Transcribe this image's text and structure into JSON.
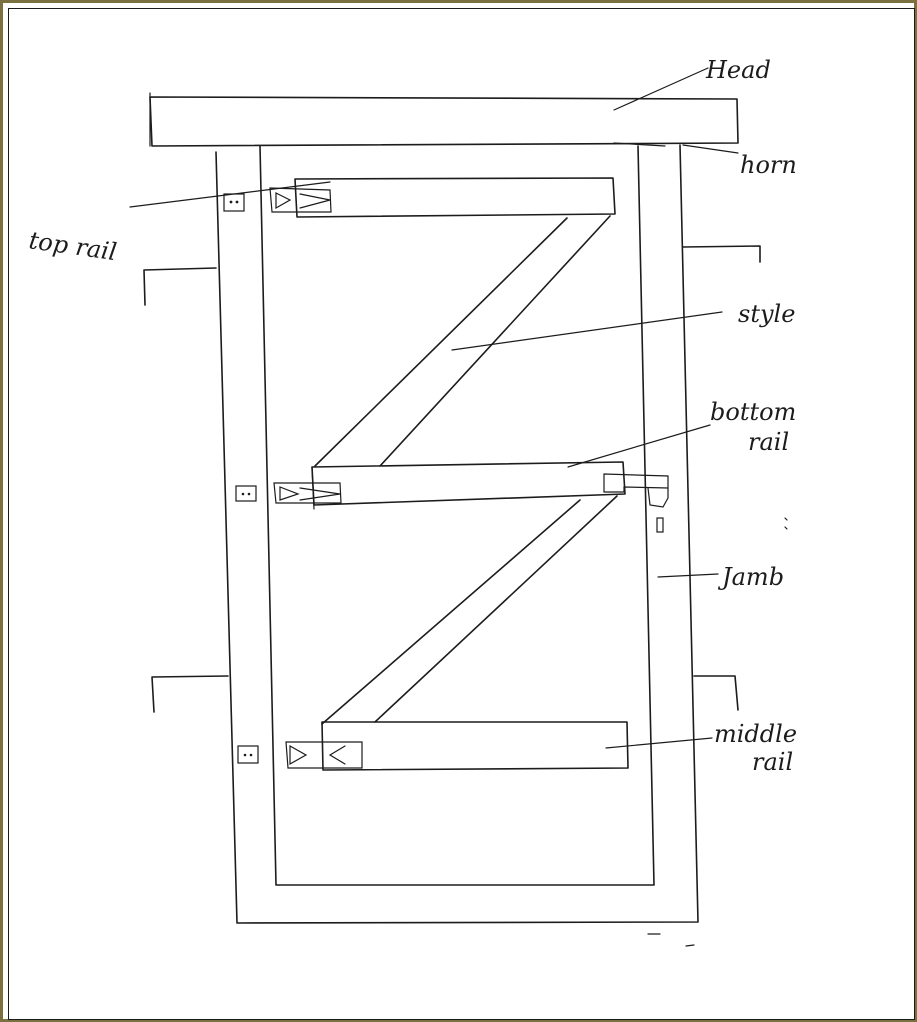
{
  "diagram": {
    "labels": {
      "head": "Head",
      "horn": "horn",
      "top_rail": "top rail",
      "style": "style",
      "bottom_rail_line1": "bottom",
      "bottom_rail_line2": "rail",
      "jamb": "Jamb",
      "middle_rail_line1": "middle",
      "middle_rail_line2": "rail"
    },
    "colors": {
      "ink": "#1c1c1c",
      "frame_border": "#7a7040",
      "paper": "#ffffff"
    }
  }
}
